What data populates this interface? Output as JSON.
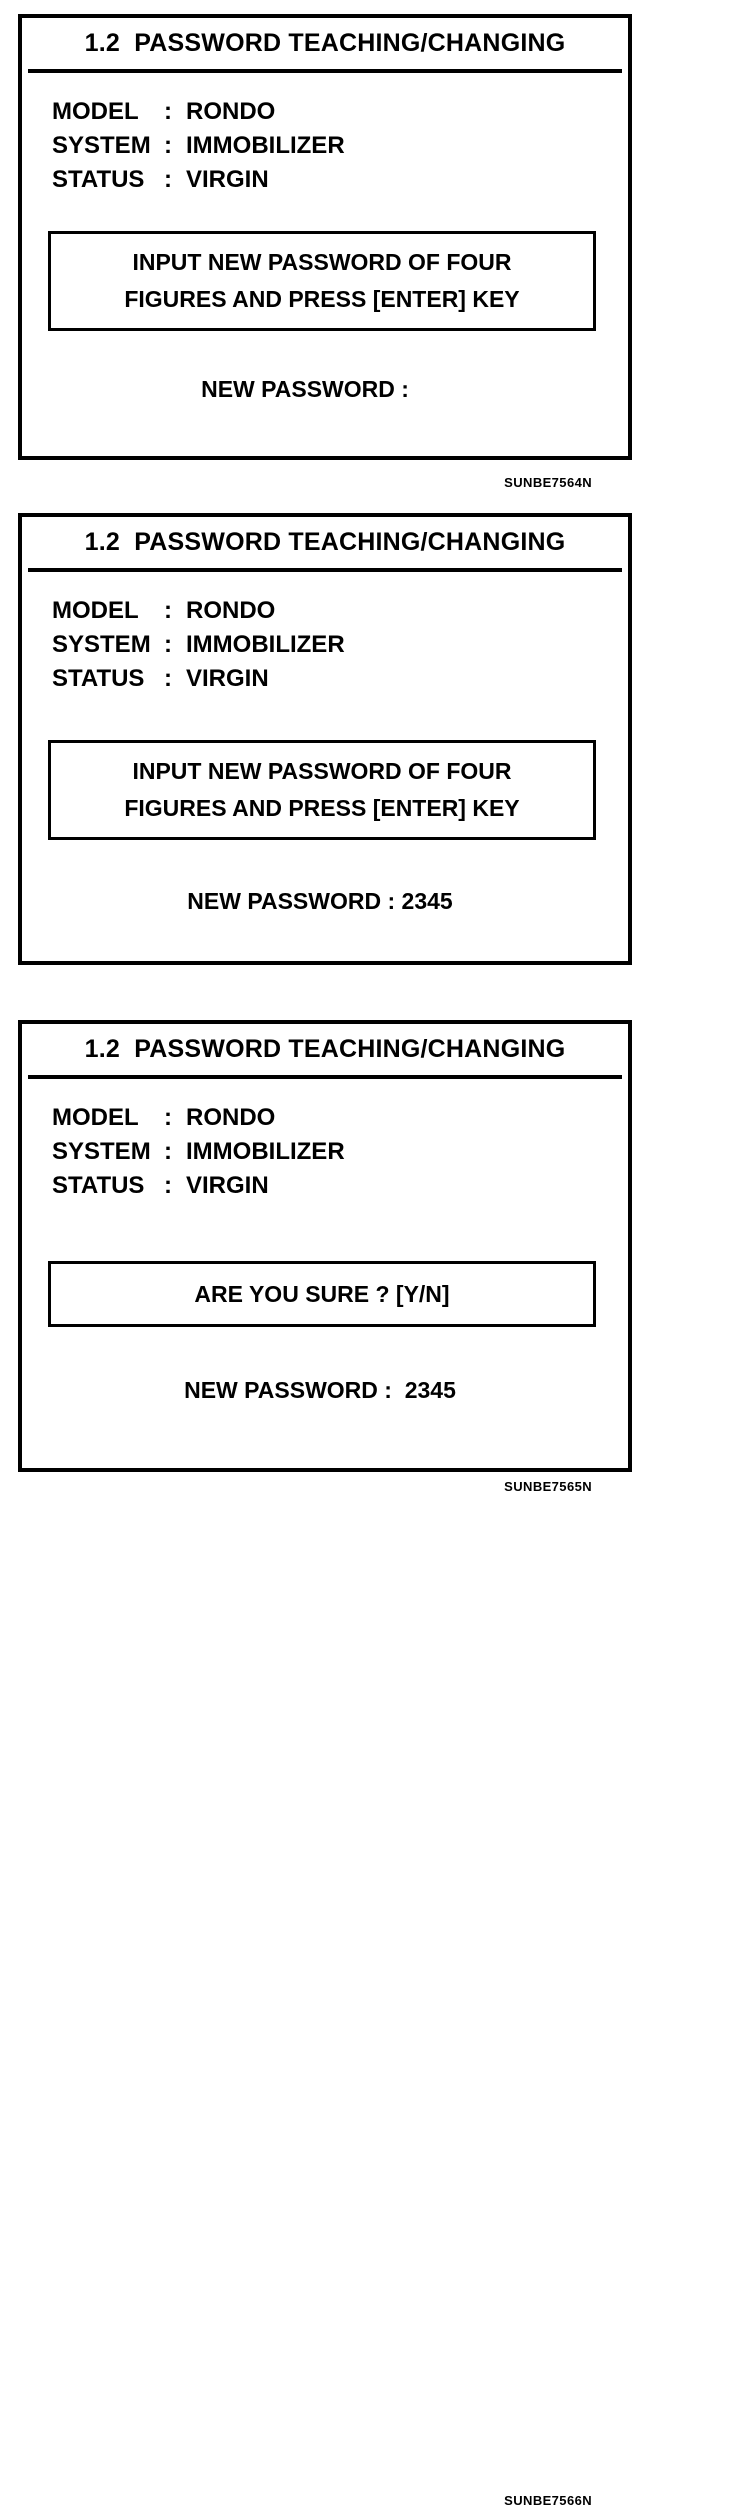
{
  "figures": [
    {
      "id": "fig-1",
      "title": "1.2  PASSWORD TEACHING/CHANGING",
      "info": [
        {
          "label": "MODEL",
          "colon": ":",
          "value": "RONDO"
        },
        {
          "label": "SYSTEM",
          "colon": ":",
          "value": "IMMOBILIZER"
        },
        {
          "label": "STATUS",
          "colon": ":",
          "value": "VIRGIN"
        }
      ],
      "message_lines": [
        "INPUT NEW PASSWORD OF FOUR",
        "FIGURES AND PRESS [ENTER] KEY"
      ],
      "password_line": "NEW PASSWORD :",
      "caption": "SUNBE7564N"
    },
    {
      "id": "fig-2",
      "title": "1.2  PASSWORD TEACHING/CHANGING",
      "info": [
        {
          "label": "MODEL",
          "colon": ":",
          "value": "RONDO"
        },
        {
          "label": "SYSTEM",
          "colon": ":",
          "value": "IMMOBILIZER"
        },
        {
          "label": "STATUS",
          "colon": ":",
          "value": "VIRGIN"
        }
      ],
      "message_lines": [
        "INPUT NEW PASSWORD OF FOUR",
        "FIGURES AND PRESS [ENTER] KEY"
      ],
      "password_line": "NEW PASSWORD : 2345",
      "caption": "SUNBE7565N"
    },
    {
      "id": "fig-3",
      "title": "1.2  PASSWORD TEACHING/CHANGING",
      "info": [
        {
          "label": "MODEL",
          "colon": ":",
          "value": "RONDO"
        },
        {
          "label": "SYSTEM",
          "colon": ":",
          "value": "IMMOBILIZER"
        },
        {
          "label": "STATUS",
          "colon": ":",
          "value": "VIRGIN"
        }
      ],
      "message_lines": [
        "ARE YOU SURE ? [Y/N]"
      ],
      "password_line": "NEW PASSWORD :  2345",
      "caption": "SUNBE7566N"
    }
  ],
  "colors": {
    "ink": "#000000",
    "paper": "#ffffff"
  }
}
